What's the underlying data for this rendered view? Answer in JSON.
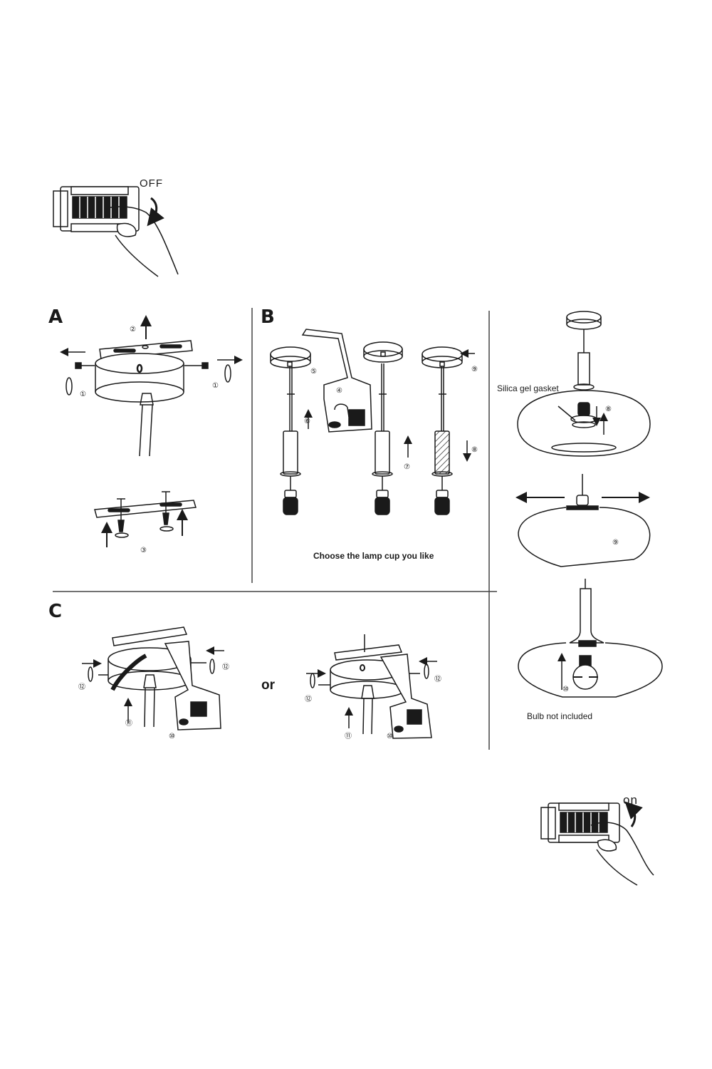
{
  "steps": {
    "power_off": {
      "label": "OFF"
    },
    "power_on": {
      "label": "on"
    }
  },
  "sections": {
    "A": {
      "title": "A",
      "markers": [
        "①",
        "①",
        "②",
        "③"
      ]
    },
    "B": {
      "title": "B",
      "markers": [
        "④",
        "⑤",
        "⑥",
        "⑦",
        "⑧",
        "⑨"
      ],
      "caption": "Choose the lamp cup you like"
    },
    "C": {
      "title": "C",
      "markers": [
        "⑫",
        "⑫",
        "⑪",
        "⑩",
        "⑫",
        "⑫",
        "⑪",
        "⑩"
      ],
      "or_label": "or"
    },
    "shade": {
      "gasket_label": "Silica gel gasket",
      "markers": [
        "⑧",
        "⑨",
        "⑩"
      ],
      "bulb_note": "Bulb  not  included"
    }
  },
  "colors": {
    "ink": "#1a1a1a",
    "divider": "#444444"
  }
}
